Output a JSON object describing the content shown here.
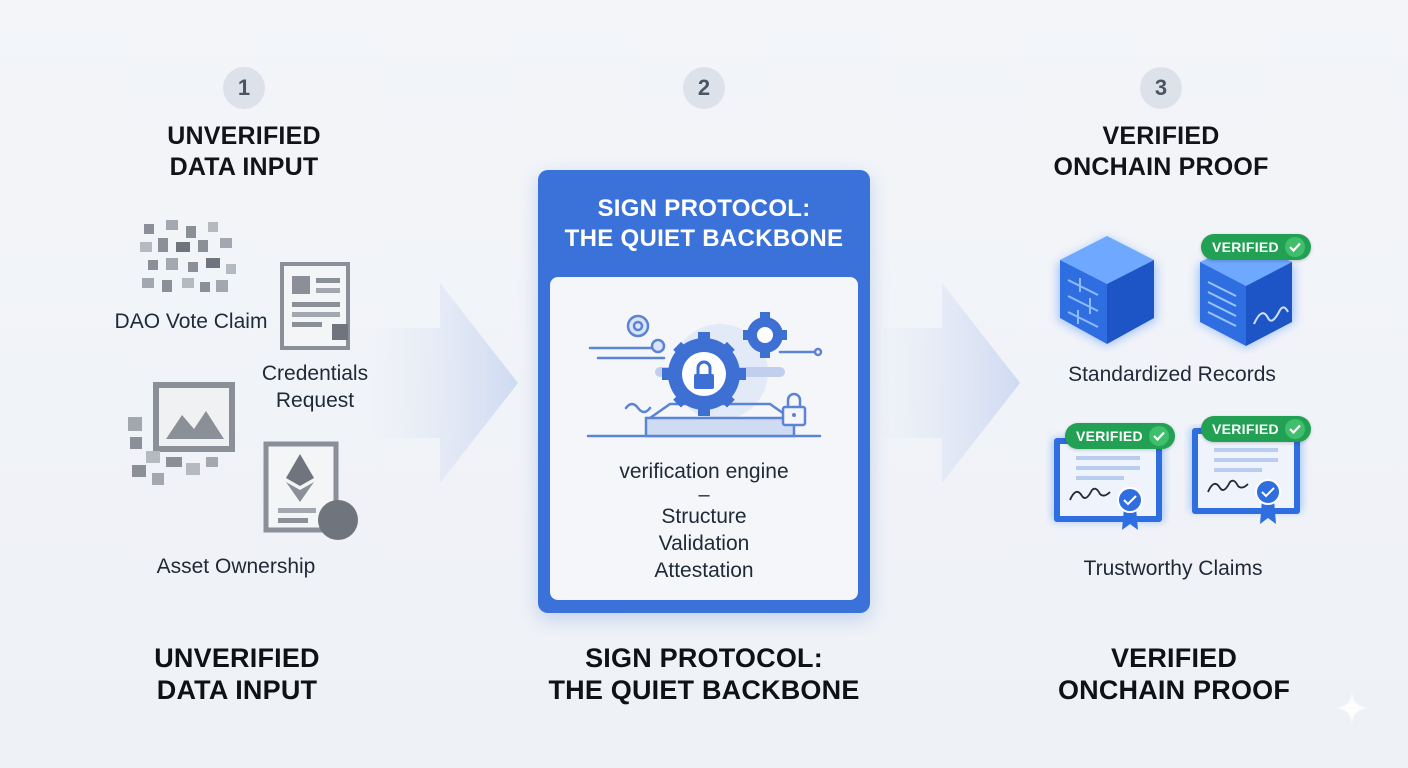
{
  "steps": [
    {
      "number": "1",
      "title_line1": "UNVERIFIED",
      "title_line2": "DATA INPUT"
    },
    {
      "number": "2"
    },
    {
      "number": "3",
      "title_line1": "VERIFIED",
      "title_line2": "ONCHAIN PROOF"
    }
  ],
  "inputs": {
    "dao_vote_claim": "DAO Vote Claim",
    "credentials_line1": "Credentials",
    "credentials_line2": "Request",
    "asset_ownership": "Asset Ownership"
  },
  "engine": {
    "title_line1": "SIGN PROTOCOL:",
    "title_line2": "THE QUIET BACKBONE",
    "caption": "verification engine",
    "dash": "–",
    "stages": [
      "Structure",
      "Validation",
      "Attestation"
    ]
  },
  "outputs": {
    "badge_label": "VERIFIED",
    "standardized_records": "Standardized Records",
    "trustworthy_claims": "Trustworthy Claims"
  },
  "bottom": {
    "left_line1": "UNVERIFIED",
    "left_line2": "DATA INPUT",
    "mid_line1": "SIGN PROTOCOL:",
    "mid_line2": "THE QUIET BACKBONE",
    "right_line1": "VERIFIED",
    "right_line2": "ONCHAIN PROOF"
  },
  "colors": {
    "accent_blue": "#3b72d9",
    "verified_green": "#22a053",
    "pixel_gray": "#8a8f98",
    "background": "#f1f4f8"
  },
  "icons": [
    "pixelated-noise-icon",
    "id-card-document-icon",
    "image-icon",
    "ethereum-certificate-icon",
    "gear-lock-engine-icon",
    "padlock-icon",
    "blockchain-cube-icon",
    "signed-certificate-icon",
    "check-icon"
  ]
}
